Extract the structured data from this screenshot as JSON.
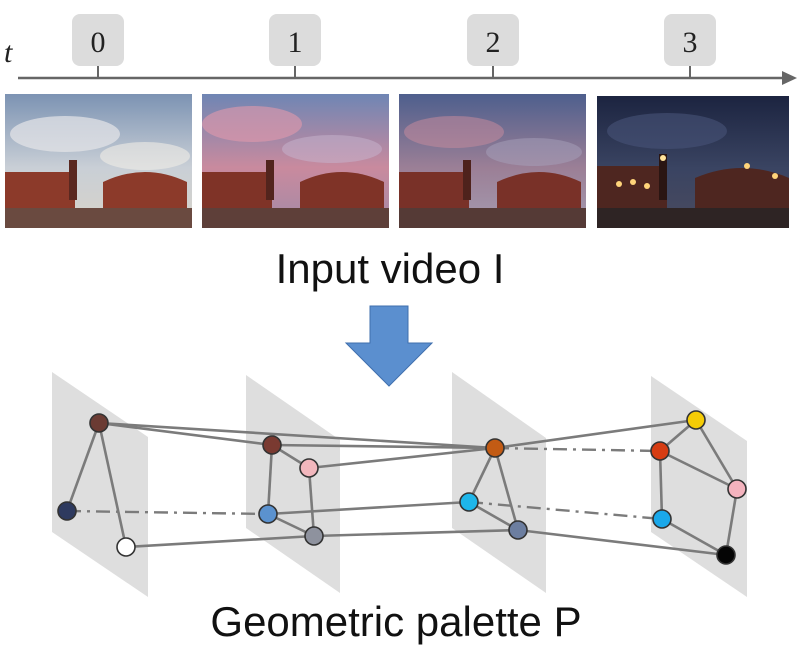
{
  "timeline": {
    "axis_label": "t",
    "ticks": [
      "0",
      "1",
      "2",
      "3"
    ]
  },
  "frames": [
    {
      "name": "frame-t0",
      "sky_top": "#7c93b3",
      "sky_mid": "#c9cfd6",
      "sky_bottom": "#d8d3c9",
      "building": "#8c3a2a",
      "ground": "#6a4a40"
    },
    {
      "name": "frame-t1",
      "sky_top": "#6f86b4",
      "sky_mid": "#c98a9e",
      "sky_bottom": "#a28aa7",
      "building": "#7f3327",
      "ground": "#5e3f39"
    },
    {
      "name": "frame-t2",
      "sky_top": "#4e5f8d",
      "sky_mid": "#9b7f96",
      "sky_bottom": "#a59bb0",
      "building": "#793128",
      "ground": "#553a36"
    },
    {
      "name": "frame-t3",
      "sky_top": "#1c2440",
      "sky_mid": "#3a4462",
      "sky_bottom": "#4a4a5e",
      "building": "#4e2620",
      "ground": "#2e2424"
    }
  ],
  "input_label": "Input video I",
  "palette_label": "Geometric palette P",
  "colors": {
    "axis": "#666666",
    "tick_box": "#dcdcdc",
    "arrow": "#5b8fcf",
    "plane": "#dedede",
    "edge": "#7b7b7b"
  },
  "palette_nodes": [
    {
      "id": "p0-top",
      "color": "#6b3b33"
    },
    {
      "id": "p0-left",
      "color": "#2e3a5f"
    },
    {
      "id": "p0-bottom",
      "color": "#ffffff"
    },
    {
      "id": "p1-top",
      "color": "#7a3a31"
    },
    {
      "id": "p1-pink",
      "color": "#f2b7bd"
    },
    {
      "id": "p1-blue",
      "color": "#5b92cf"
    },
    {
      "id": "p1-gray",
      "color": "#8e929e"
    },
    {
      "id": "p2-orange",
      "color": "#c25b14"
    },
    {
      "id": "p2-cyan",
      "color": "#1eb6ea"
    },
    {
      "id": "p2-slate",
      "color": "#6c7ea0"
    },
    {
      "id": "p3-yellow",
      "color": "#f5cc06"
    },
    {
      "id": "p3-red",
      "color": "#d63c12"
    },
    {
      "id": "p3-pink",
      "color": "#f4b3be"
    },
    {
      "id": "p3-cyan",
      "color": "#1aa8ea"
    },
    {
      "id": "p3-black",
      "color": "#050505"
    }
  ]
}
